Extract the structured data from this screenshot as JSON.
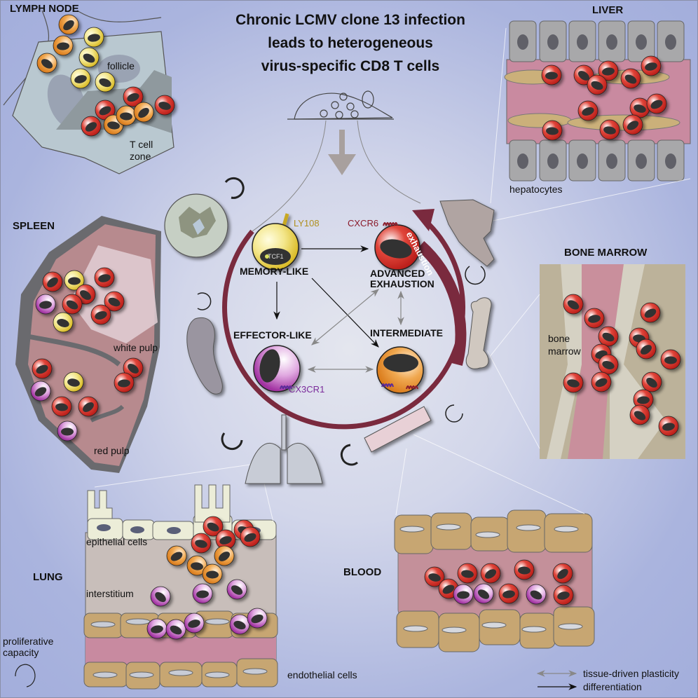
{
  "title": {
    "lines": [
      "Chronic LCMV clone 13 infection",
      "leads to heterogeneous",
      "virus-specific CD8 T cells"
    ]
  },
  "regions": {
    "lymph_node": {
      "name": "LYMPH NODE",
      "labels": [
        "follicle",
        "T cell",
        "zone"
      ]
    },
    "liver": {
      "name": "LIVER",
      "labels": [
        "hepatocytes"
      ]
    },
    "spleen": {
      "name": "SPLEEN",
      "labels": [
        "white pulp",
        "red pulp"
      ]
    },
    "bone_marrow": {
      "name": "BONE MARROW",
      "labels": [
        "bone",
        "marrow"
      ]
    },
    "lung": {
      "name": "LUNG",
      "labels": [
        "epithelial cells",
        "interstitium",
        "endothelial cells"
      ]
    },
    "blood": {
      "name": "BLOOD"
    }
  },
  "center": {
    "states": {
      "memory_like": {
        "label": "MEMORY-LIKE",
        "marker": "LY108",
        "nuclear": "TCF1",
        "color": "#e8d040"
      },
      "advanced_exhaustion": {
        "label_line1": "ADVANCED",
        "label_line2": "EXHAUSTION",
        "marker": "CXCR6",
        "color": "#cc2a22"
      },
      "effector_like": {
        "label": "EFFECTOR-LIKE",
        "marker": "CX3CR1",
        "color": "#b040a8"
      },
      "intermediate": {
        "label": "INTERMEDIATE",
        "color": "#e0892a"
      }
    },
    "ring_label": "exhaustion",
    "ring_color": "#7a2a3e"
  },
  "legend": {
    "plasticity": "tissue-driven plasticity",
    "differentiation": "differentiation",
    "proliferative_line1": "proliferative",
    "proliferative_line2": "capacity"
  },
  "colors": {
    "memory_text": "#b09020",
    "exhaustion_text": "#8a1a2a",
    "effector_text": "#7a2a9a"
  }
}
